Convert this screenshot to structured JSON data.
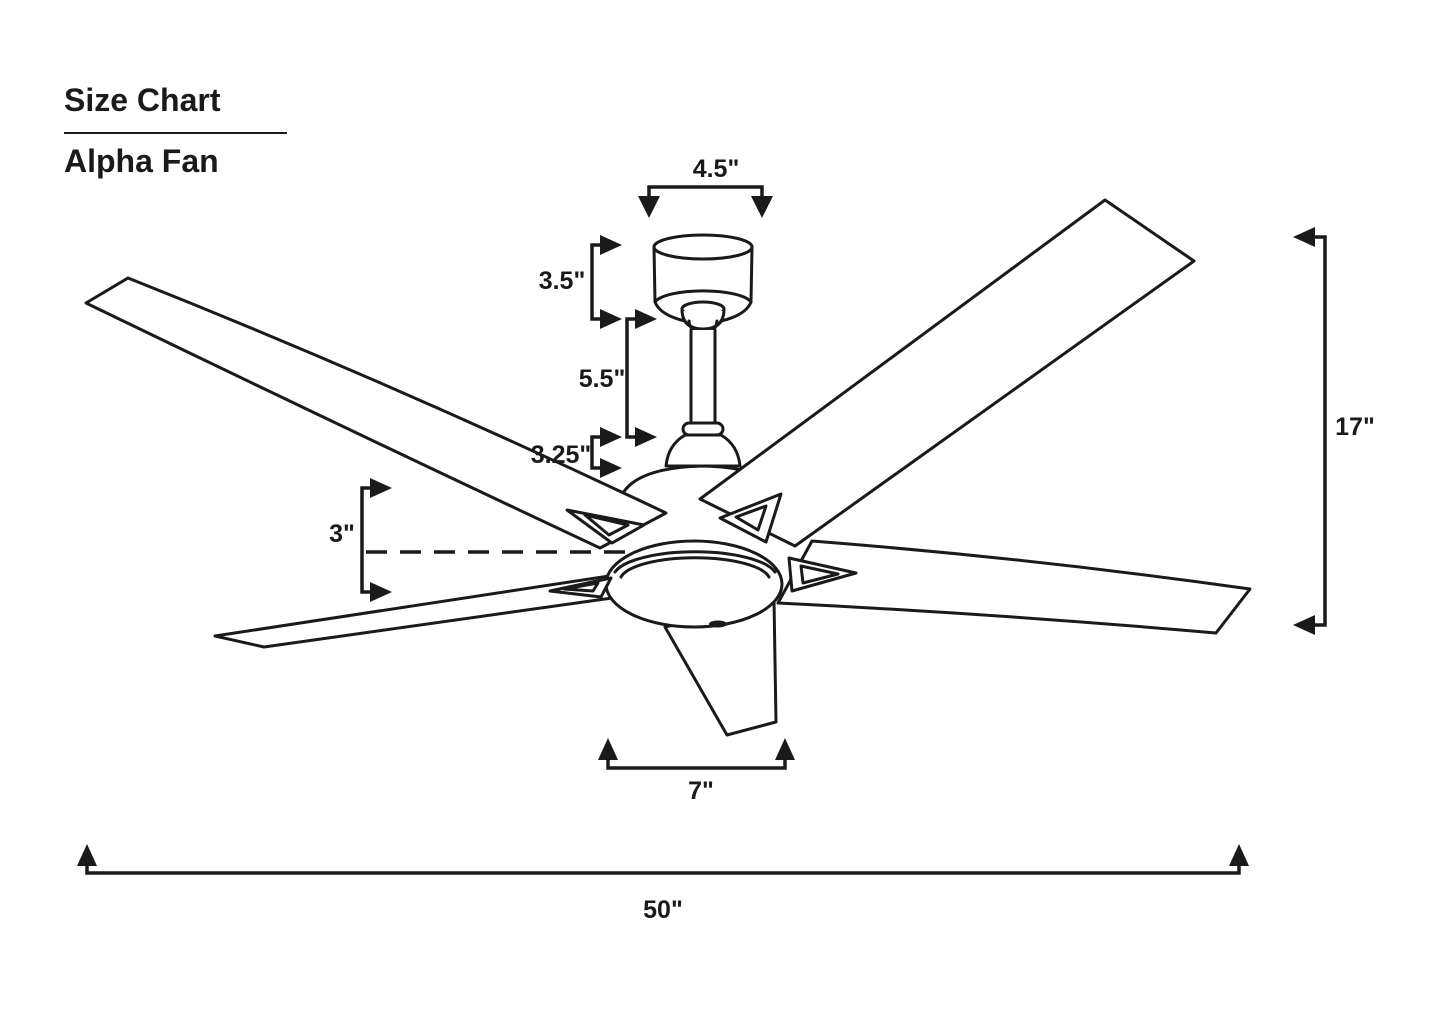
{
  "page": {
    "background": "#ffffff",
    "ink": "#1a1a1a"
  },
  "header": {
    "title": "Size Chart",
    "product": "Alpha Fan"
  },
  "diagram": {
    "units": "inches",
    "dimensions": {
      "canopy_width": "4.5\"",
      "canopy_height": "3.5\"",
      "downrod_length": "5.5\"",
      "mount_height": "3.25\"",
      "housing_height": "3\"",
      "overall_height": "17\"",
      "light_kit_width": "7\"",
      "blade_sweep": "50\""
    }
  }
}
